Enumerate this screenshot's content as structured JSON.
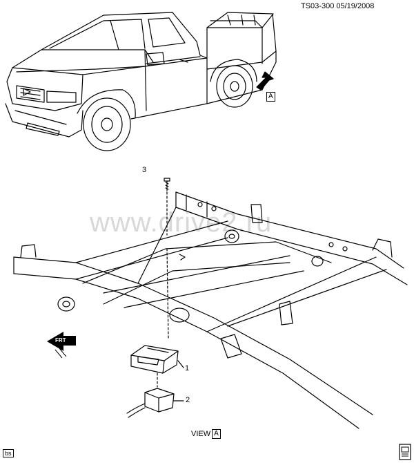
{
  "header": {
    "code_date": "TS03-300  05/19/2008"
  },
  "callouts": [
    {
      "number": "3"
    },
    {
      "number": "1"
    },
    {
      "number": "2"
    }
  ],
  "view": {
    "prefix": "VIEW",
    "letter": "A"
  },
  "truck_ref": {
    "letter": "A"
  },
  "front_arrow": {
    "label": "FRT"
  },
  "watermark": {
    "text": "www.drive2.ru"
  },
  "corner_tag": {
    "text": "bs"
  },
  "icons": [
    "front-arrow-icon",
    "view-arrow-icon",
    "book-icon"
  ]
}
